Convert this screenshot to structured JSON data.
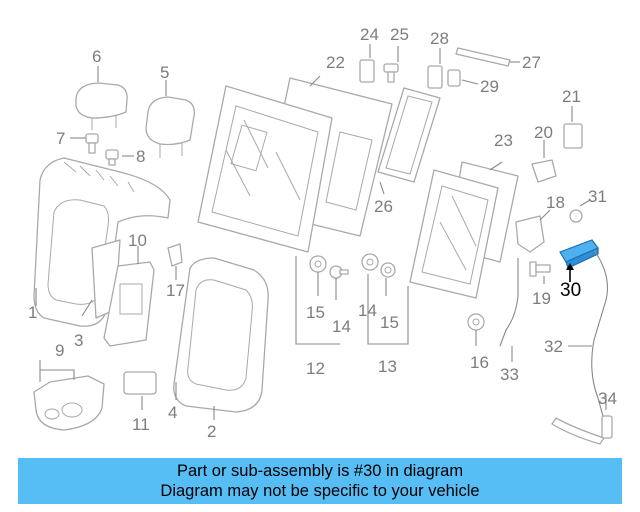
{
  "diagram": {
    "callouts": [
      "1",
      "2",
      "3",
      "4",
      "5",
      "6",
      "7",
      "8",
      "9",
      "10",
      "11",
      "12",
      "13",
      "14",
      "14",
      "15",
      "15",
      "16",
      "17",
      "18",
      "19",
      "20",
      "21",
      "22",
      "23",
      "24",
      "25",
      "26",
      "27",
      "28",
      "29",
      "30",
      "31",
      "32",
      "33",
      "34"
    ],
    "highlighted_part": "30",
    "highlight_color": "#4db0f0"
  },
  "banner": {
    "line1": "Part or sub-assembly is #30 in diagram",
    "line2": "Diagram may not be specific to your vehicle",
    "background": "#57bdf5"
  }
}
